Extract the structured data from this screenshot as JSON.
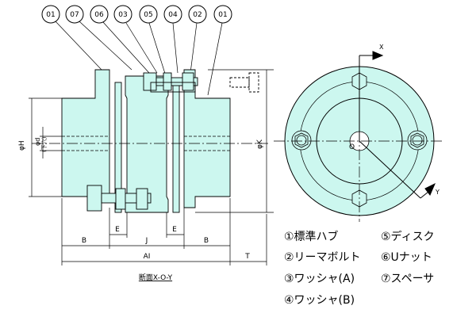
{
  "callouts": [
    "01",
    "07",
    "06",
    "03",
    "05",
    "04",
    "02",
    "01"
  ],
  "section": {
    "dims": {
      "B_left": "B",
      "E_left": "E",
      "J": "J",
      "E_right": "E",
      "B_right": "B",
      "AI": "AI",
      "T": "T"
    },
    "phiH": "φH",
    "phid": "φd",
    "phid_sub": "(下穴)",
    "phiK": "φK",
    "caption": "断面X-O-Y"
  },
  "front": {
    "x_label": "X",
    "o_label": "O",
    "y_label": "Y"
  },
  "legend": [
    "①標準ハブ",
    "⑤ディスク",
    "②リーマボルト",
    "⑥Uナット",
    "③ワッシャ(A)",
    "⑦スペーサ",
    "④ワッシャ(B)"
  ],
  "colors": {
    "part_fill": "#ccf7ef",
    "line": "#000000",
    "centerline": "#000000"
  }
}
